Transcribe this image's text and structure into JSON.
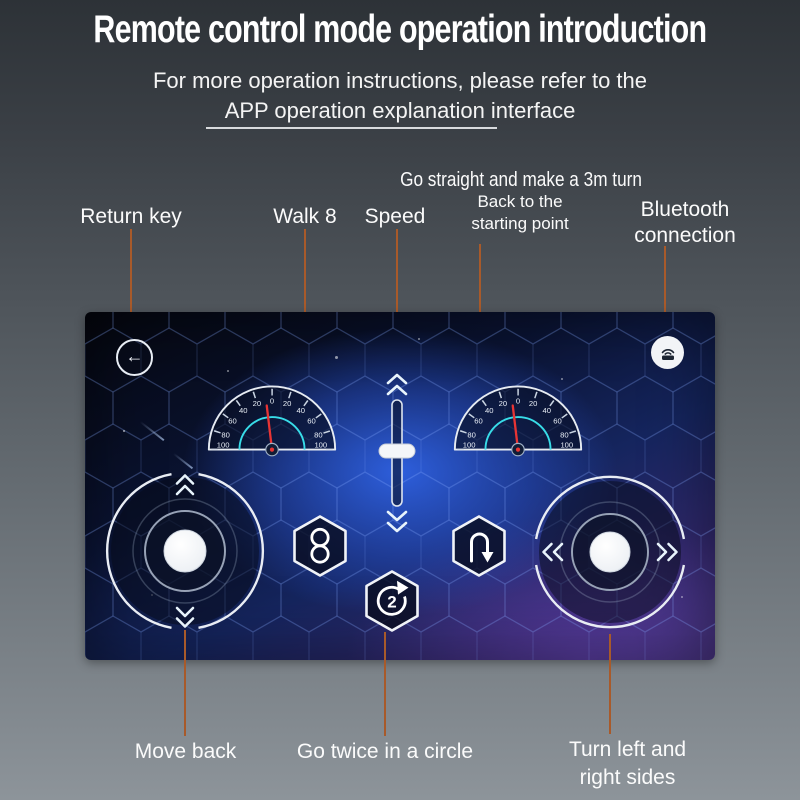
{
  "header": {
    "title": "Remote control mode operation introduction",
    "subtitle_line1": "For more operation instructions, please refer to the",
    "subtitle_line2": "APP operation explanation interface"
  },
  "callouts": {
    "return_key": "Return key",
    "walk_8": "Walk 8",
    "speed": "Speed",
    "straight_turn_title": "Go straight and make a 3m turn",
    "straight_turn_sub1": "Back to the",
    "straight_turn_sub2": "starting point",
    "bluetooth_line1": "Bluetooth",
    "bluetooth_line2": "connection",
    "move_back": "Move back",
    "go_twice": "Go twice in a circle",
    "turn_sides_line1": "Turn left and",
    "turn_sides_line2": "right sides"
  },
  "remote": {
    "gauge_ticks": [
      "100",
      "80",
      "60",
      "40",
      "20",
      "0",
      "20",
      "40",
      "60",
      "80",
      "100"
    ],
    "circle_button_count": "2"
  },
  "icons": {
    "back_arrow": "←",
    "bluetooth_remote": "remote-with-signal-waves",
    "walk_8_button": "figure-8-loops",
    "circle_twice_button": "circular-arrow-with-2",
    "u_turn_button": "u-turn-arrow",
    "speed_slider": "vertical-slider-with-chevrons",
    "left_joystick": "up-down-joystick",
    "right_joystick": "left-right-joystick"
  },
  "colors": {
    "leader_line": "#A85A2A",
    "gauge_accent": "#38DCE8",
    "needle": "#E83434",
    "remote_glow": "#2F62E4",
    "page_top": "#2D3237",
    "page_bottom": "#8D949A"
  }
}
